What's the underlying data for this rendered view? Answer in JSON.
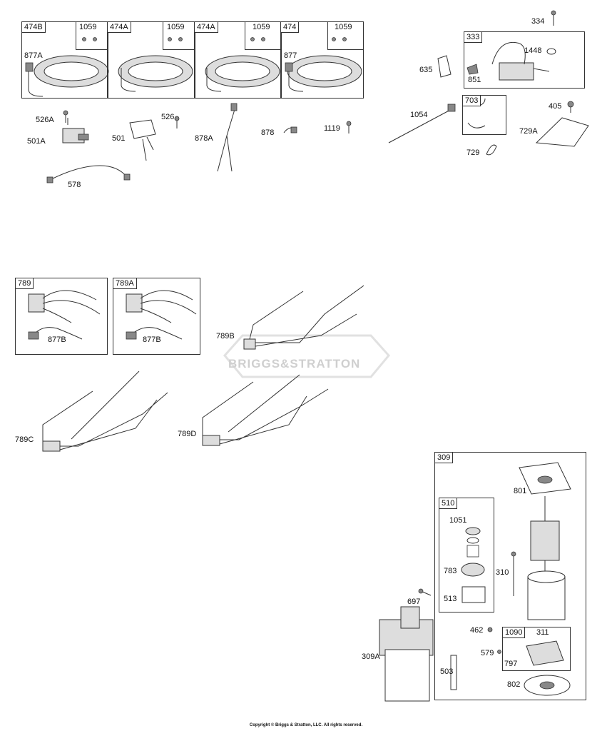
{
  "watermark": "BRIGGS&STRATTON",
  "copyright": "Copyright © Briggs & Stratton, LLC. All rights reserved.",
  "labels": {
    "b474B": "474B",
    "b474A_1": "474A",
    "b474A_2": "474A",
    "b474": "474",
    "b1059_1": "1059",
    "b1059_2": "1059",
    "b1059_3": "1059",
    "b1059_4": "1059",
    "l877A": "877A",
    "l877": "877",
    "l526A": "526A",
    "l501A": "501A",
    "l501": "501",
    "l526": "526",
    "l878A": "878A",
    "l878": "878",
    "l1119": "1119",
    "l578": "578",
    "l334": "334",
    "b333": "333",
    "l1448": "1448",
    "l635": "635",
    "l851": "851",
    "l1054": "1054",
    "b703": "703",
    "l405": "405",
    "l729A": "729A",
    "l729": "729",
    "b789": "789",
    "b789A": "789A",
    "l877B_1": "877B",
    "l877B_2": "877B",
    "l789B": "789B",
    "l789C": "789C",
    "l789D": "789D",
    "b309": "309",
    "l801": "801",
    "b510": "510",
    "l1051": "1051",
    "l783": "783",
    "l513": "513",
    "l310": "310",
    "l697": "697",
    "l309A": "309A",
    "l462": "462",
    "b1090": "1090",
    "l311": "311",
    "l579": "579",
    "l797": "797",
    "l503": "503",
    "l802": "802"
  }
}
